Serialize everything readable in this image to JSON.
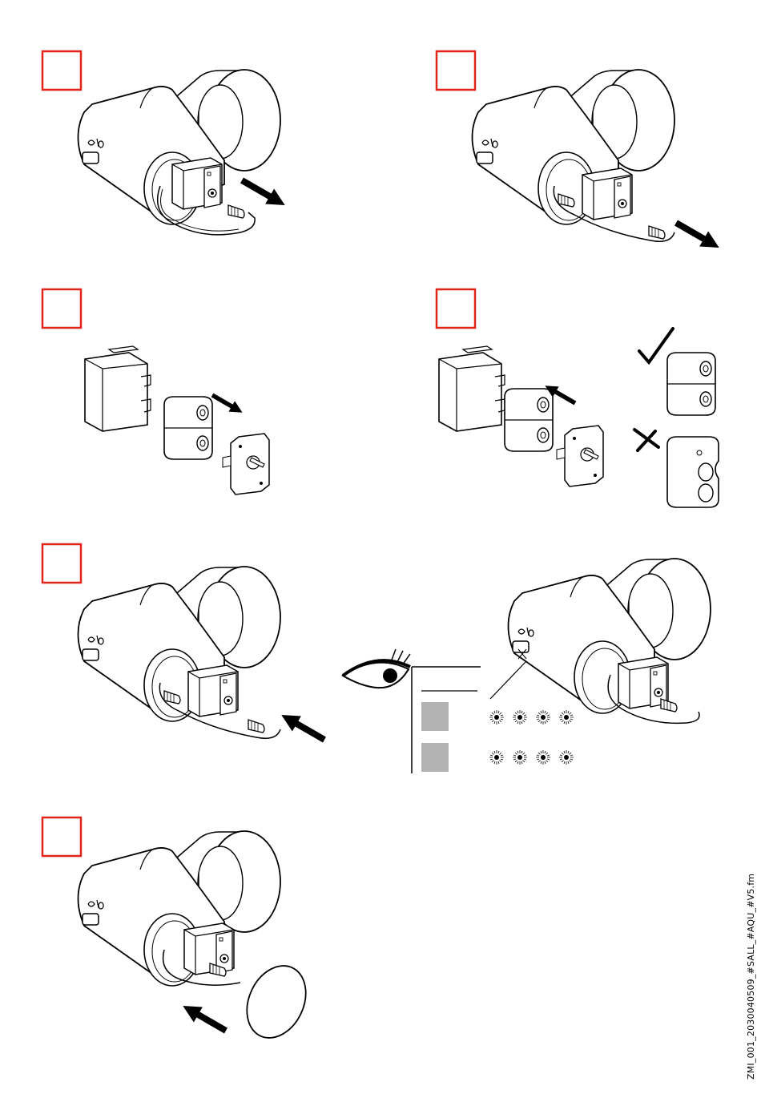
{
  "page": {
    "footer_code": "ZMI_001_2030040509_#SALL_#AQU_#V5.fm"
  },
  "steps": [
    {
      "id": 1,
      "number": "",
      "action": "pull-battery-holder-out"
    },
    {
      "id": 2,
      "number": "",
      "action": "disconnect-plug"
    },
    {
      "id": 3,
      "number": "",
      "action": "remove-old-battery"
    },
    {
      "id": 4,
      "number": "",
      "action": "insert-new-battery"
    },
    {
      "id": 5,
      "number": "",
      "action": "reconnect-and-push-in"
    },
    {
      "id": 6,
      "number": "",
      "action": "close-cover"
    }
  ],
  "check": {
    "correct_mark": "check-mark-icon",
    "wrong_mark": "cross-mark-icon",
    "indicator_rows": [
      {
        "flashes": 4
      },
      {
        "flashes": 4
      }
    ]
  },
  "colors": {
    "step_box_border": "#e2231a",
    "line_art": "#000000",
    "status_square": "#b3b3b3"
  }
}
